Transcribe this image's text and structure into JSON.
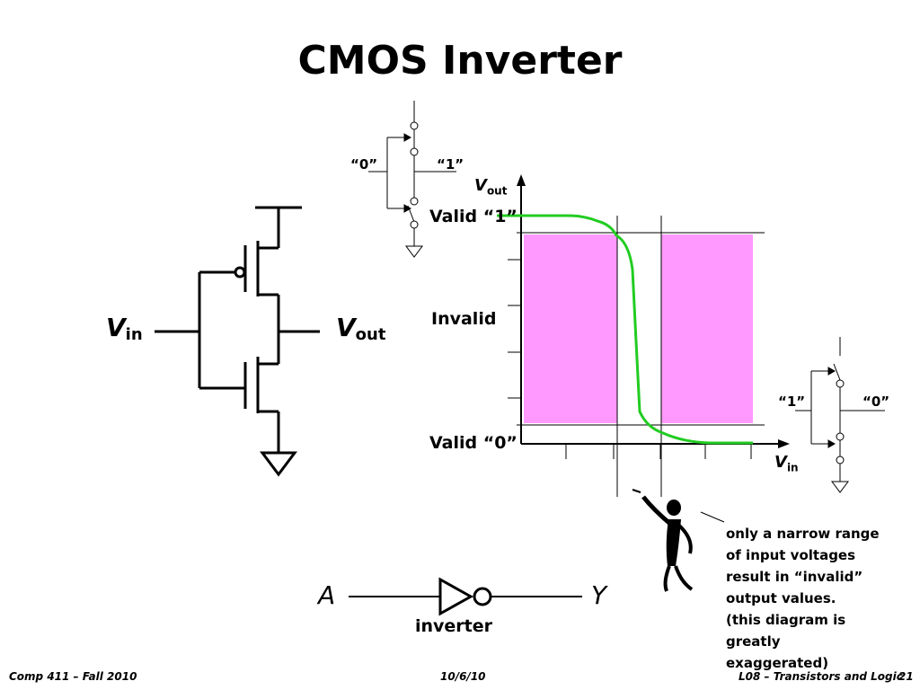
{
  "title": "CMOS Inverter",
  "schematic": {
    "vin_base": "V",
    "vin_sub": "in",
    "vout_base": "V",
    "vout_sub": "out"
  },
  "switch_top": {
    "in_label": "“0”",
    "out_label": "“1”"
  },
  "switch_right": {
    "in_label": "“1”",
    "out_label": "“0”"
  },
  "graph": {
    "y_axis_base": "V",
    "y_axis_sub": "out",
    "x_axis_base": "V",
    "x_axis_sub": "in",
    "valid_high": "Valid “1”",
    "invalid": "Invalid",
    "valid_low": "Valid “0”",
    "colors": {
      "region": "#ff99ff",
      "curve": "#22cc22"
    }
  },
  "symbol": {
    "input": "A",
    "output": "Y",
    "caption": "inverter"
  },
  "note": {
    "lines": [
      "only a narrow range",
      "of input voltages",
      "result in “invalid”",
      "output values.",
      "(this diagram is",
      "greatly",
      "exaggerated)"
    ]
  },
  "footer": {
    "left": "Comp 411 – Fall 2010",
    "center": "10/6/10",
    "right": "L08 – Transistors and Logic",
    "page": "21"
  }
}
